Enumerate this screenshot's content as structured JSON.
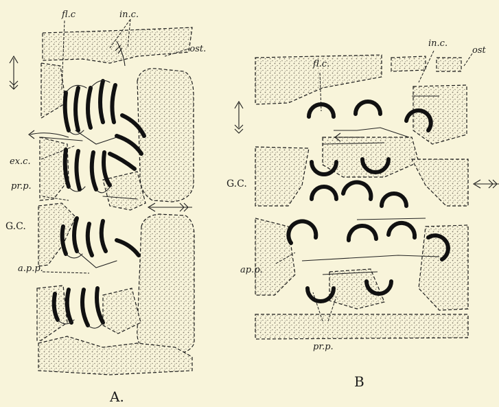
{
  "colors": {
    "paper": "#f8f4da",
    "ink": "#1b1b1b",
    "stipple": "#9a9486"
  },
  "panel_a": {
    "caption": "A.",
    "labels": {
      "flc": "fl.c",
      "inc": "in.c.",
      "ost": "-ost.",
      "exc": "ex.c.",
      "prp": "pr.p.",
      "gc": "G.C.",
      "app": "a.p.p."
    }
  },
  "panel_b": {
    "caption": "B",
    "labels": {
      "flc": "fl.c.",
      "inc": "in.c.",
      "ost": "ost",
      "gc": "G.C.",
      "app": "ap.p.",
      "prp": "pr.p."
    }
  }
}
